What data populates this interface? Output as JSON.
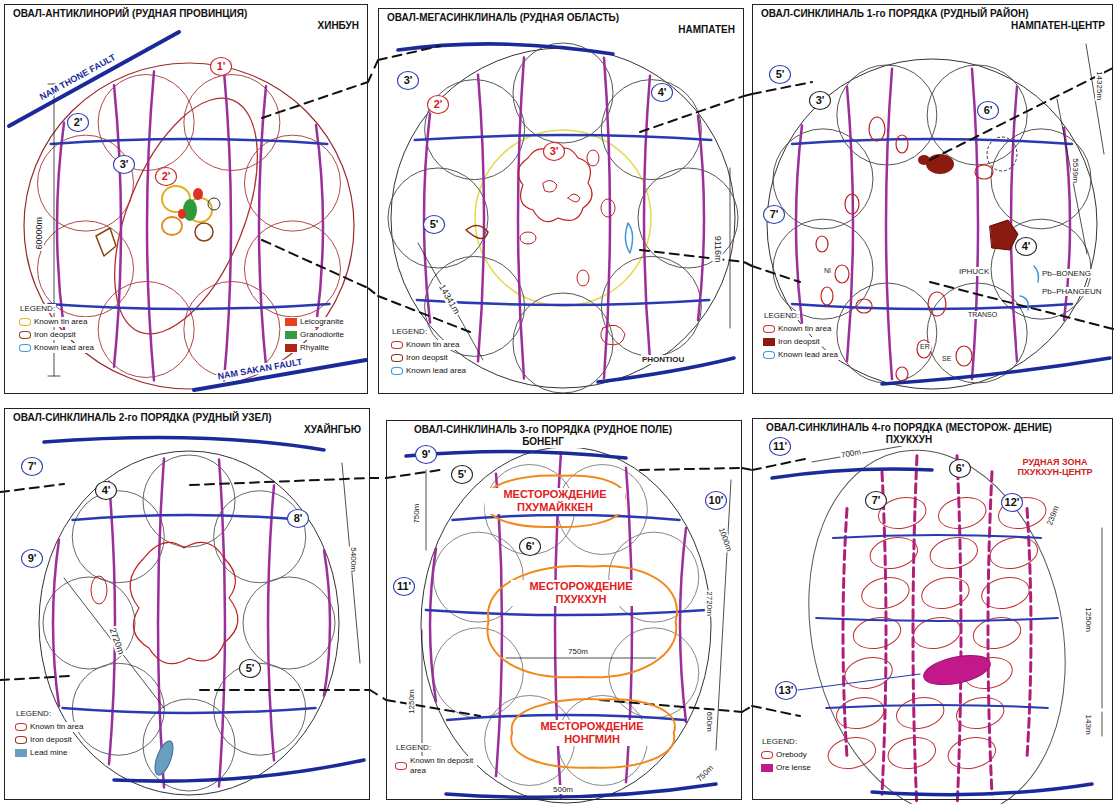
{
  "diagram": {
    "nodes": [
      {
        "text": [
          "ОВАЛ-АНТИКЛИНОРИЙ (РУДНАЯ ПРОВИНЦИЯ)",
          "ХИНБУН"
        ]
      },
      {
        "text": [
          "ОВАЛ-МЕГАСИНКЛИНАЛЬ (РУДНАЯ ОБЛАСТЬ)",
          "НАМПАТЕН"
        ]
      },
      {
        "text": [
          "ОВАЛ-СИНКЛИНАЛЬ 1-го ПОРЯДКА (РУДНЫЙ РАЙОН)",
          "НАМПАТЕН-ЦЕНТР"
        ]
      },
      {
        "text": [
          "ОВАЛ-СИНКЛИНАЛЬ 2-го ПОРЯДКА (РУДНЫЙ УЗЕЛ)",
          "ХУАЙНГЬЮ"
        ]
      },
      {
        "text": [
          "ОВАЛ-СИНКЛИНАЛЬ 3-го ПОРЯДКА (РУДНОЕ ПОЛЕ) БОНЕНГ"
        ]
      },
      {
        "text": [
          "МЕСТОРОЖДЕНИЕ ПХУМАЙККЕН"
        ],
        "in": 4
      },
      {
        "text": [
          "МЕСТОРОЖДЕНИЕ ПХУКХУН"
        ],
        "in": 4
      },
      {
        "text": [
          "МЕСТОРОЖДЕНИЕ НОНГМИН"
        ],
        "in": 4
      },
      {
        "text": [
          "ОВАЛ-СИНКЛИНАЛЬ 4-го ПОРЯДКА (МЕСТОРОЖ- ДЕНИЕ) ПХУКХУН"
        ]
      }
    ],
    "edges": [
      {
        "from": 0,
        "to": 1,
        "arrow": "none"
      },
      {
        "from": 0,
        "to": 1,
        "arrow": "none"
      },
      {
        "from": 1,
        "to": 2,
        "arrow": "none"
      },
      {
        "from": 1,
        "to": 2,
        "arrow": "none"
      },
      {
        "from": 3,
        "to": 4,
        "arrow": "none"
      },
      {
        "from": 3,
        "to": 4,
        "arrow": "none"
      },
      {
        "from": 4,
        "to": 8,
        "arrow": "none"
      },
      {
        "from": 4,
        "to": 8,
        "arrow": "none"
      }
    ],
    "labels": [
      "1'",
      "2'",
      "3'",
      "2'",
      "NAM THONE FAULT",
      "60000m",
      "NAM SAKAN FAULT",
      "LEGEND:",
      "3'",
      "2'",
      "4'",
      "3'",
      "5'",
      "14341m",
      "9116m",
      "PHONTIOU",
      "LEGEND:",
      "5'",
      "3'",
      "6'",
      "7'",
      "4'",
      "IPHUCK",
      "Pb–BONENG",
      "Pb–PHANGEUN",
      "TRANSO",
      "NI",
      "ER",
      "SE",
      "14325m",
      "5539m",
      "LEGEND:",
      "7'",
      "4'",
      "8'",
      "9'",
      "5'",
      "5400m",
      "2720m",
      "LEGEND:",
      "9'",
      "5'",
      "10'",
      "6'",
      "11'",
      "750m",
      "1000m",
      "2720m",
      "750m",
      "1250m",
      "650m",
      "750m",
      "500m",
      "LEGEND:",
      "11'",
      "700m",
      "6'",
      "РУДНАЯ ЗОНА ПХУКХУН-ЦЕНТР",
      "12'",
      "239m",
      "7'",
      "1250m",
      "13'",
      "143m",
      "LEGEND:"
    ],
    "legend": [
      {
        "text": "Known tin area"
      },
      {
        "text": "Iron deopsit"
      },
      {
        "text": "Known lead area"
      },
      {
        "text": "Leicogranite",
        "color": "#e8401c"
      },
      {
        "text": "Granodiorite",
        "color": "#3a9a40"
      },
      {
        "text": "Rhyalite",
        "color": "#b02418"
      },
      {
        "text": "Known tin area"
      },
      {
        "text": "Iron deopsit"
      },
      {
        "text": "Known lead area"
      },
      {
        "text": "Known tin area"
      },
      {
        "text": "Iron deopsit",
        "color": "#8b1a10"
      },
      {
        "text": "Known lead area"
      },
      {
        "text": "Known tin area"
      },
      {
        "text": "Iron deposit"
      },
      {
        "text": "Lead mine",
        "color": "#6a9ec0"
      },
      {
        "text": "Known tin deposit area"
      },
      {
        "text": "Orebody"
      },
      {
        "text": "Ore lense",
        "color": "#c2188a"
      }
    ]
  }
}
